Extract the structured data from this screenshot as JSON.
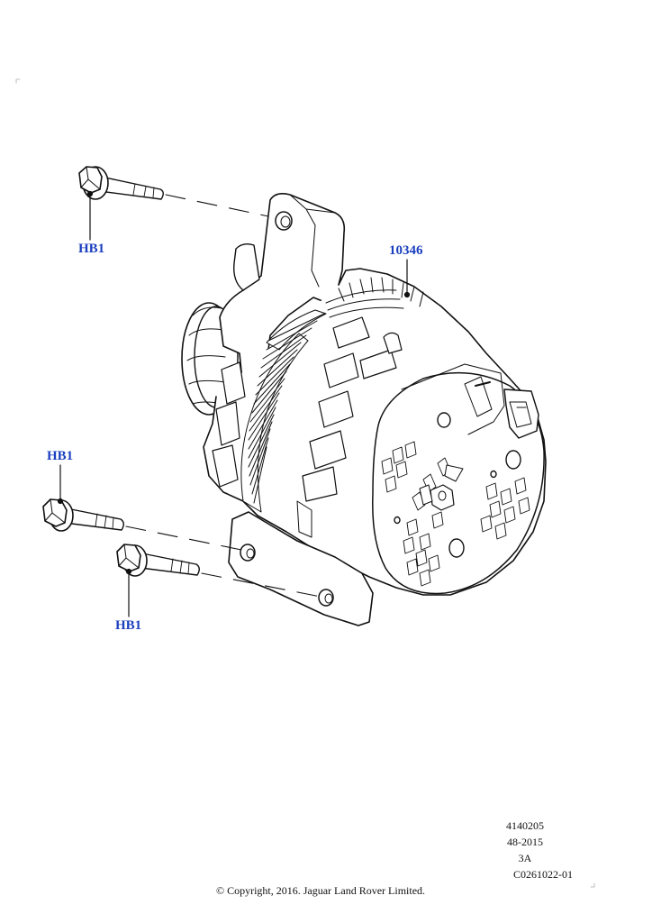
{
  "callouts": {
    "bolt_top": "HB1",
    "alternator": "10346",
    "bolt_middle": "HB1",
    "bolt_bottom": "HB1"
  },
  "reference": {
    "line1": "4140205",
    "line2": "48-2015",
    "line3": "3A",
    "line4": "C0261022-01"
  },
  "copyright": "© Copyright, 2016. Jaguar Land Rover Limited.",
  "colors": {
    "callout_text": "#1a3fbf",
    "line_art": "#111111"
  }
}
